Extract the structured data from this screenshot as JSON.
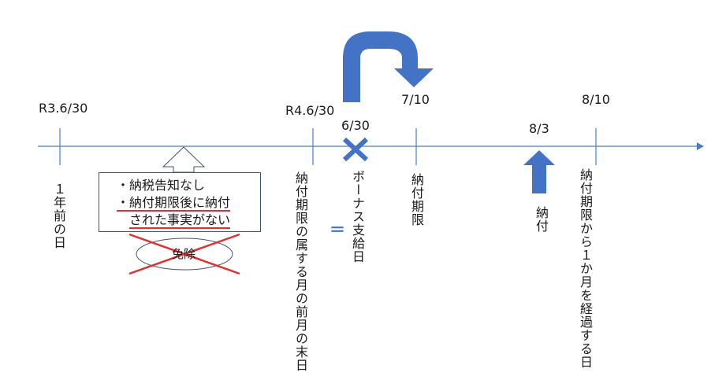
{
  "timeline": {
    "points": [
      {
        "id": "r3",
        "date": "R3.6/30",
        "desc": "１年前の日"
      },
      {
        "id": "r4",
        "date": "R4.6/30",
        "desc": "納付期限の属する月の前月の末日"
      },
      {
        "id": "bonus",
        "date": "6/30",
        "desc": "ボーナス支給日"
      },
      {
        "id": "deadline",
        "date": "7/10",
        "desc": "納付期限"
      },
      {
        "id": "payment",
        "date": "8/3",
        "desc": "納付"
      },
      {
        "id": "onemonth",
        "date": "8/10",
        "desc": "納付期限から１か月を経過する日"
      }
    ]
  },
  "condition_box": {
    "line1": "・納税告知なし",
    "line2": "・納付期限後に納付",
    "line3": "された事実がない"
  },
  "exemption": {
    "label": "免除"
  },
  "equals_sign": "＝",
  "colors": {
    "timeline": "#4a7ebb",
    "arrow_fill": "#4472c4",
    "cross": "#e03030",
    "ellipse_stroke": "#44546a"
  }
}
